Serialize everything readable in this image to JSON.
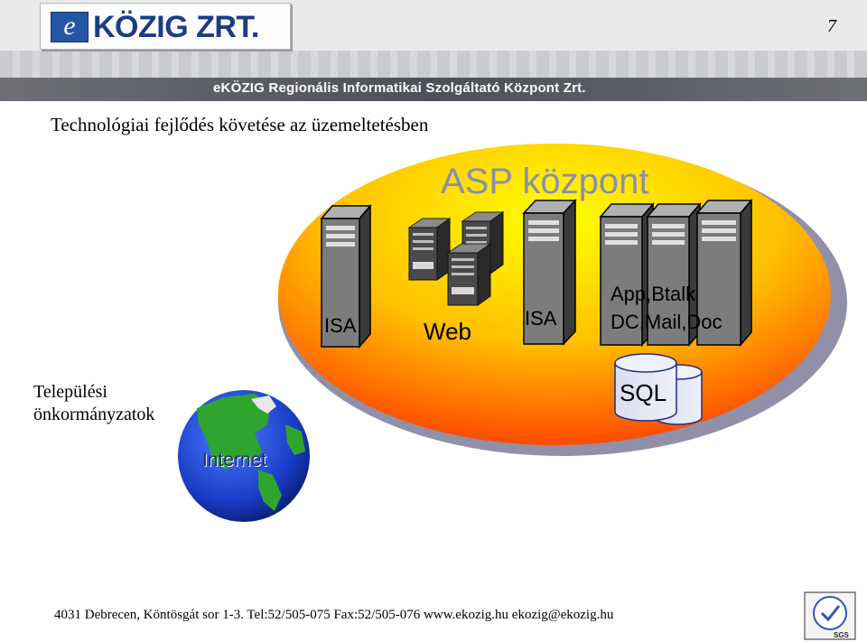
{
  "page": {
    "number": "7"
  },
  "header": {
    "logo_letter": "e",
    "logo_text": "KÖZIG ZRT.",
    "band_text": "eKÖZIG Regionális Informatikai Szolgáltató Központ Zrt."
  },
  "slide": {
    "title": "Technológiai fejlődés követése az üzemeltetésben"
  },
  "diagram": {
    "center_title": "ASP központ",
    "servers": [
      "ISA",
      "Web",
      "ISA",
      "App,Btalk",
      "DC,Mail,Doc"
    ],
    "database": "SQL",
    "side_label": "Települési\nönkormányzatok",
    "internet_label": "Internet",
    "colors": {
      "ellipse_center": "#ffff00",
      "ellipse_edge": "#ff5a00",
      "server_body": "#7a7a7a",
      "server_side": "#3c3c3c"
    }
  },
  "footer": {
    "text": "4031 Debrecen, Köntösgát sor 1-3.     Tel:52/505-075   Fax:52/505-076     www.ekozig.hu     ekozig@ekozig.hu",
    "badge": "SGS"
  }
}
